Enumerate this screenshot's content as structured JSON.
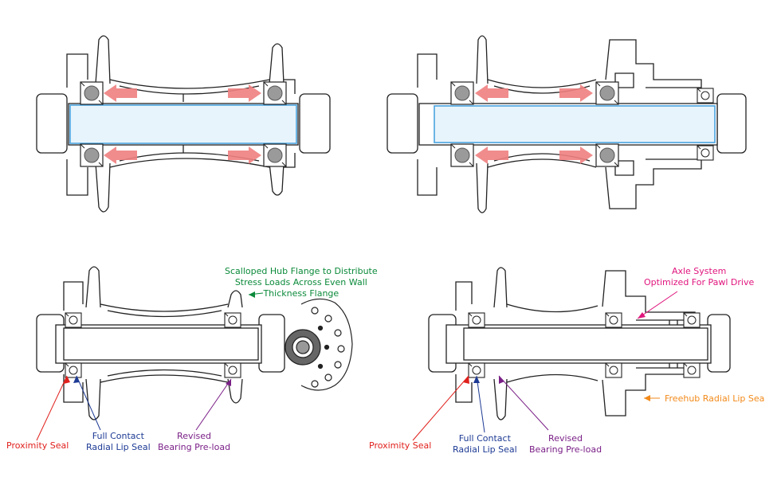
{
  "colors": {
    "outline": "#222222",
    "axle_highlight": "#4aa3df",
    "axle_fill": "#e8f4fb",
    "arrow": "#f08080",
    "bearing_ball": "#9a9a9a",
    "proximity_seal": "#e0201c",
    "radial_lip_seal": "#1d3a94",
    "bearing_preload": "#7a1f87",
    "flange_note": "#0b8a3a",
    "axle_system": "#e0157d",
    "freehub_seal": "#f28a1a"
  },
  "front_bottom": {
    "flange_note": [
      "Scalloped Hub Flange to Distribute",
      "Stress Loads Across Even Wall",
      "Thickness Flange"
    ],
    "proximity_seal": "Proximity Seal",
    "radial_lip_seal": [
      "Full Contact",
      "Radial Lip Seal"
    ],
    "bearing_preload": [
      "Revised",
      "Bearing Pre-load"
    ]
  },
  "rear_bottom": {
    "axle_system": [
      "Axle System",
      "Optimized For Pawl Drive"
    ],
    "freehub_seal": "Freehub Radial Lip Sea",
    "proximity_seal": "Proximity Seal",
    "radial_lip_seal": [
      "Full Contact",
      "Radial Lip Seal"
    ],
    "bearing_preload": [
      "Revised",
      "Bearing Pre-load"
    ]
  },
  "icons": [
    "front-hub-cross-section-icon",
    "rear-hub-cross-section-icon",
    "scalloped-flange-icon",
    "load-arrow-icon"
  ]
}
